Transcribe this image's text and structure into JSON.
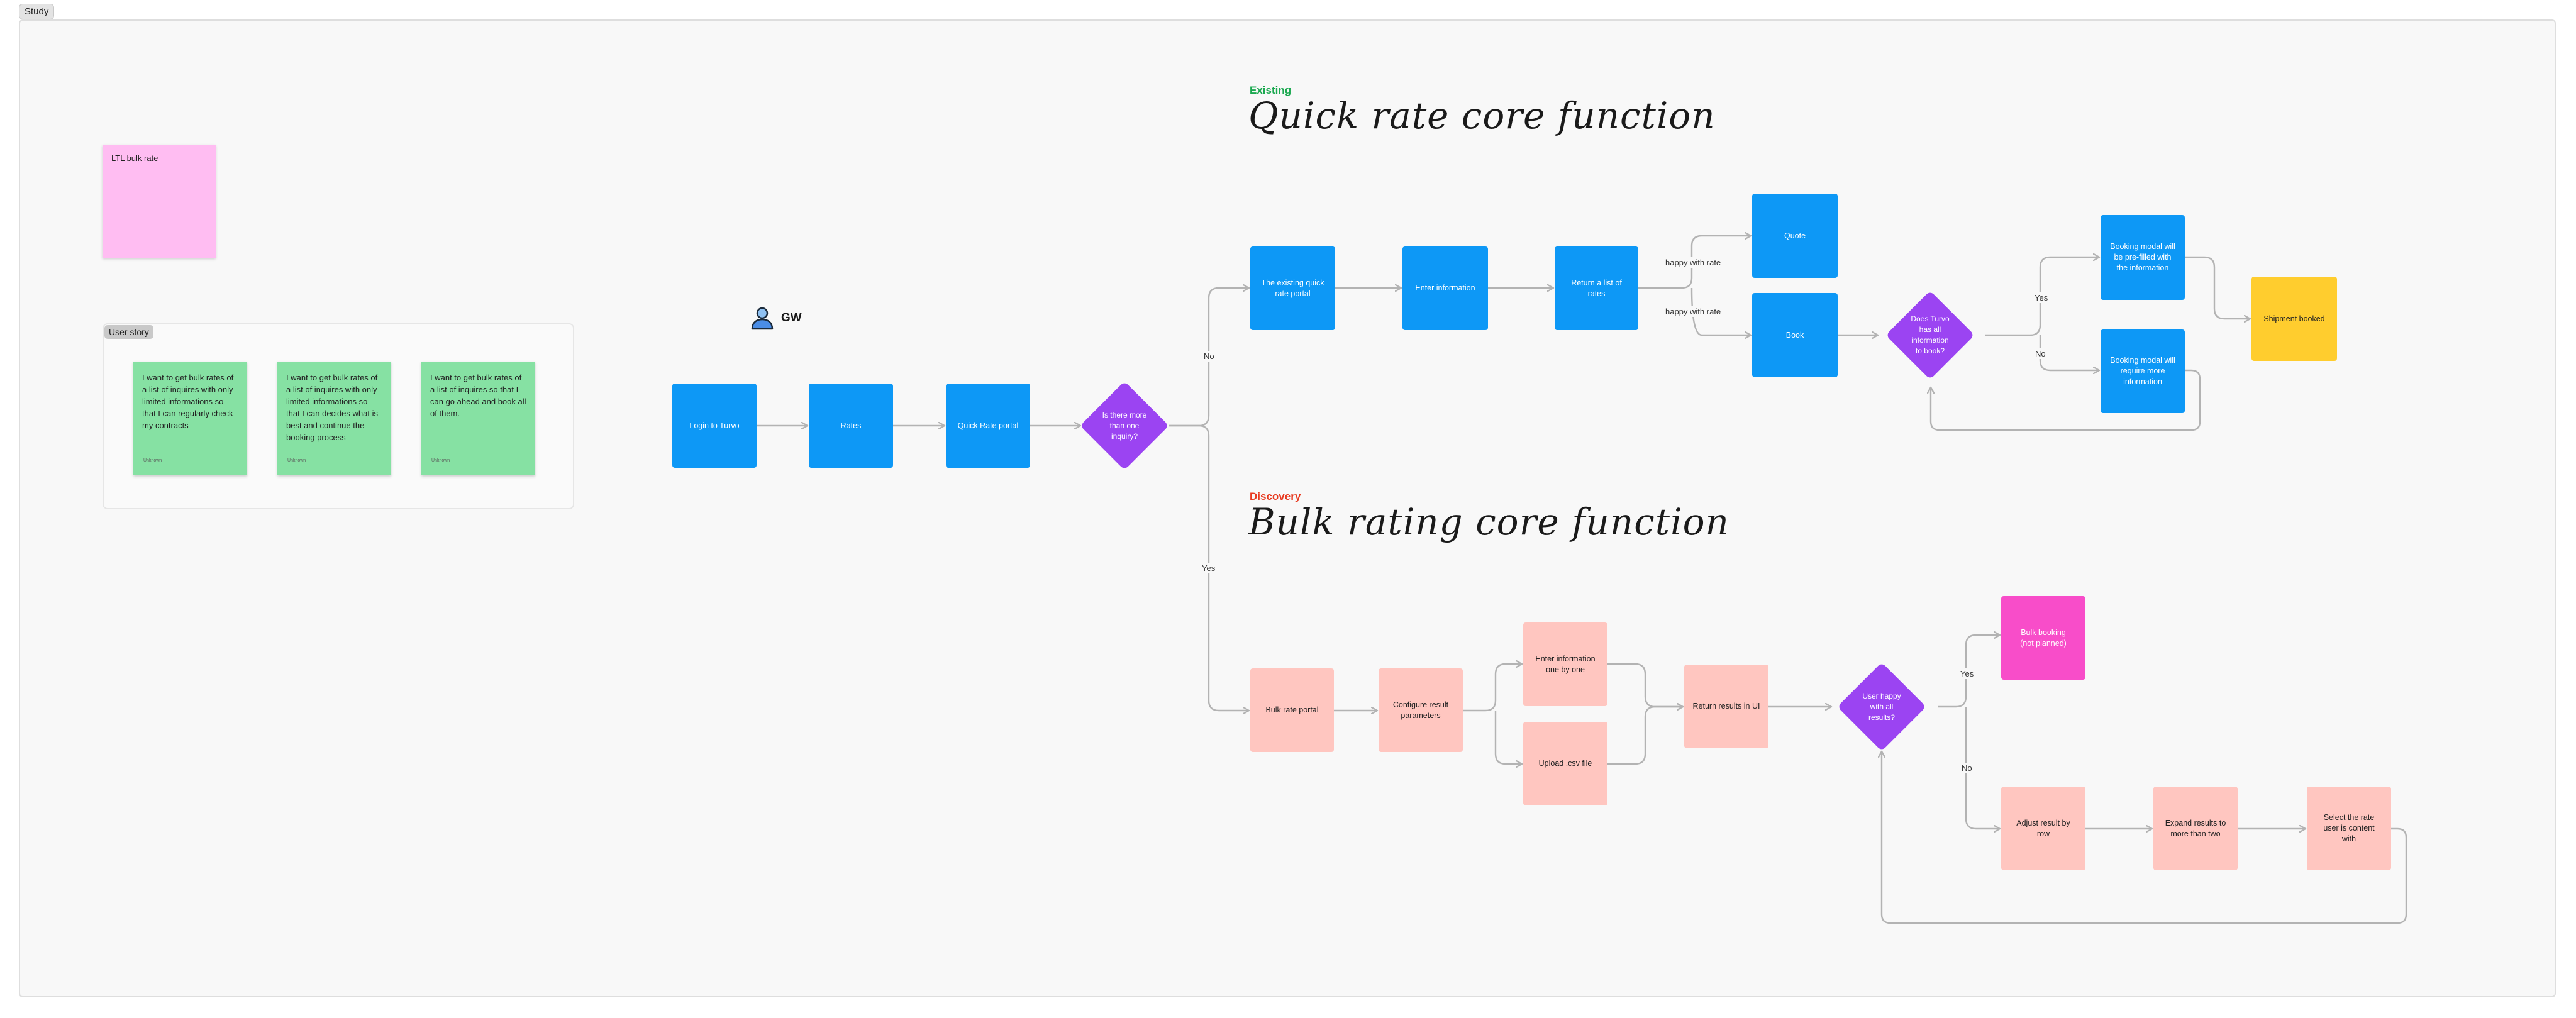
{
  "frame": {
    "label": "Study"
  },
  "ltl_sticky": {
    "text": "LTL bulk rate"
  },
  "user_story": {
    "title": "User story",
    "stories": [
      {
        "text": "I want to get bulk rates of a list of inquires with only limited informations so that I can regularly check my contracts",
        "signature": "Unknown"
      },
      {
        "text": "I want to get bulk rates of a list of inquires with only limited informations so that I can decides what is best and continue the booking process",
        "signature": "Unknown"
      },
      {
        "text": "I want to get bulk rates of a list of inquires so that I can go ahead and book all of them.",
        "signature": "Unknown"
      }
    ]
  },
  "persona": {
    "name": "GW",
    "icon": "person-icon"
  },
  "sections": {
    "existing": {
      "tag": "Existing",
      "title": "Quick rate core function",
      "color": "#1aa84f"
    },
    "discovery": {
      "tag": "Discovery",
      "title": "Bulk rating core function",
      "color": "#e8391f"
    }
  },
  "nodes": {
    "login": "Login to Turvo",
    "rates": "Rates",
    "quick_rate_portal": "Quick Rate portal",
    "multi_inquiry": "Is there more than one inquiry?",
    "existing_portal": "The existing quick rate portal",
    "enter_information": "Enter information",
    "return_list": "Return a list of rates",
    "quote": "Quote",
    "book": "Book",
    "has_info": "Does Turvo has all information to book?",
    "modal_prefilled": "Booking modal will be pre-filled with the information",
    "modal_more_info": "Booking modal will require more information",
    "shipment_booked": "Shipment booked",
    "bulk_portal": "Bulk rate portal",
    "configure": "Configure result parameters",
    "enter_one_by_one": "Enter information one by one",
    "upload_csv": "Upload .csv file",
    "return_results_ui": "Return results in UI",
    "user_happy": "User happy with all results?",
    "bulk_booking": "Bulk booking (not planned)",
    "adjust_row": "Adjust result by row",
    "expand_results": "Expand results to more than two",
    "select_rate": "Select the rate user is content with"
  },
  "edge_labels": {
    "no_top": "No",
    "yes_bottom": "Yes",
    "happy_quote": "happy with rate",
    "happy_book": "happy with rate",
    "yes_info": "Yes",
    "no_info": "No",
    "yes_happy": "Yes",
    "no_happy": "No"
  },
  "colors": {
    "blue": "#0d98f6",
    "purple": "#9b44f2",
    "salmon": "#ffc6c0",
    "hot_pink": "#f84dc9",
    "yellow": "#ffcd2e",
    "sticky_green": "#86e1a3",
    "sticky_pink": "#ffbdf2",
    "connector": "#b3b3b3"
  }
}
